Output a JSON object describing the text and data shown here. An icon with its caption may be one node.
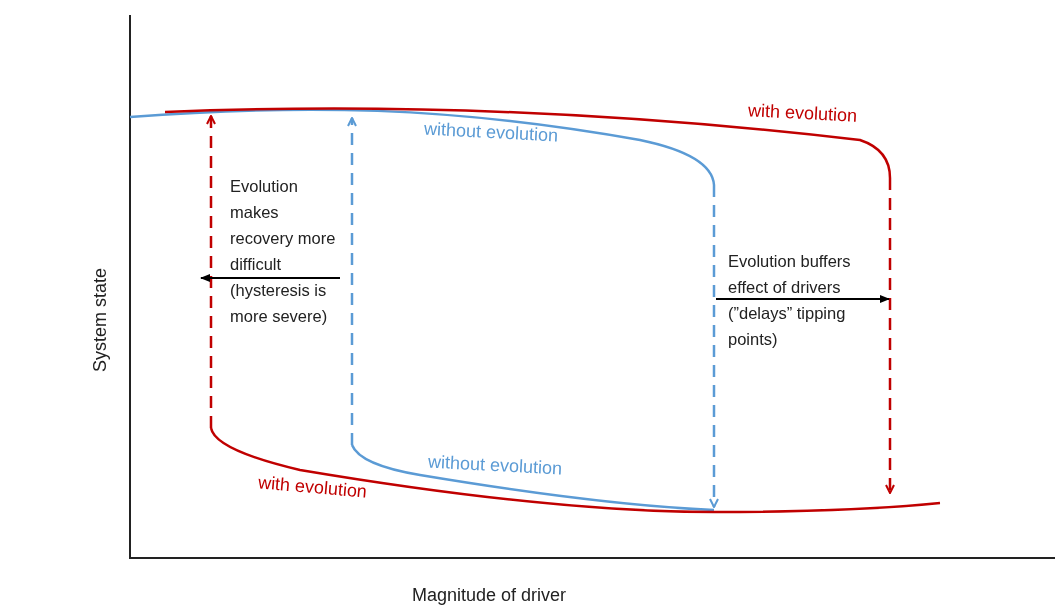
{
  "diagram": {
    "labels": [
      "with evolution",
      "without evolution",
      "Evolution makes recovery more difficult (hysteresis is more severe)",
      "Evolution buffers effect of drivers (”delays” tipping points)",
      "System state",
      "without evolution",
      "with evolution",
      "Magnitude of driver"
    ]
  }
}
